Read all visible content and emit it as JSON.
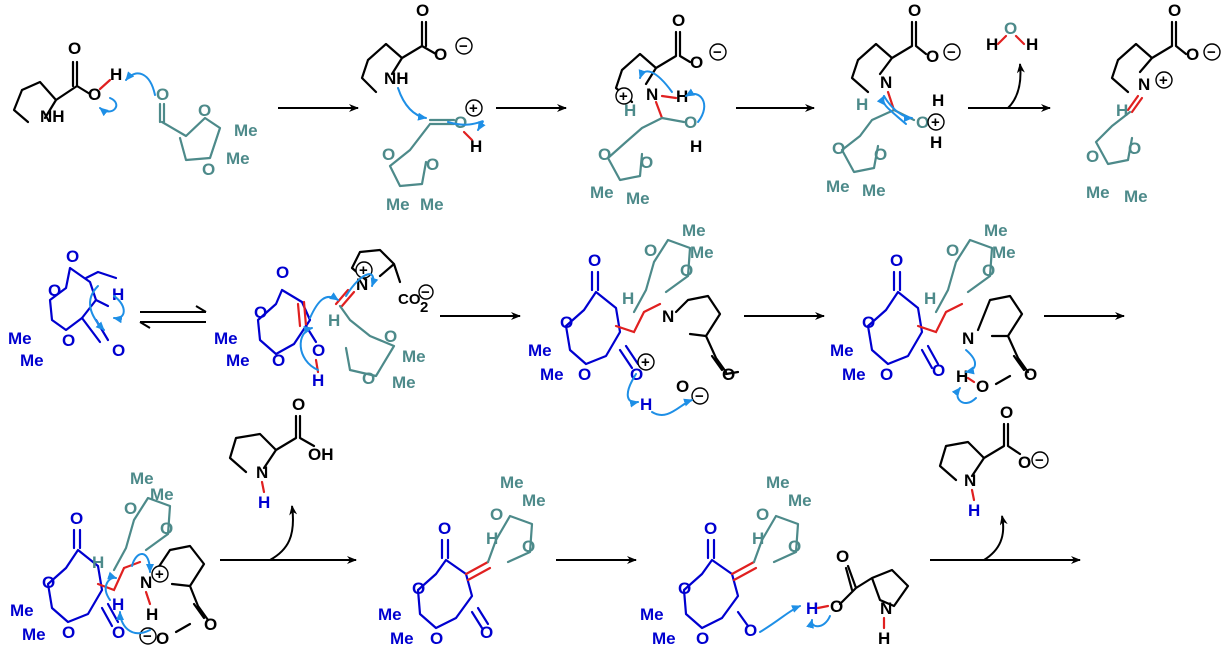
{
  "atoms": {
    "nh": "NH",
    "n": "N",
    "h": "H",
    "o": "O",
    "oh": "OH",
    "me": "Me",
    "co2": "CO",
    "sub2": "2",
    "plus": "+",
    "minus": "−"
  },
  "colors": {
    "reagent": "#000000",
    "aldehyde_fragment": "#4d8a8a",
    "meldrum_fragment": "#0000d0",
    "new_bonds_and_protons": "#e02020",
    "electron_arrows": "#1e8fe6"
  }
}
